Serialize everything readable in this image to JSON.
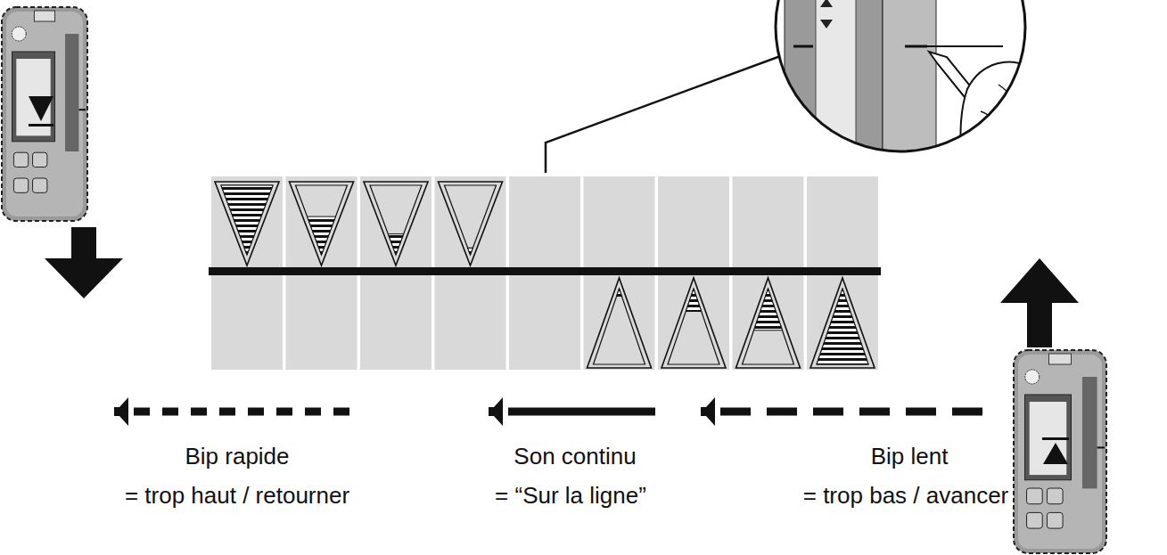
{
  "diagram": {
    "labels": [
      "Bip rapide",
      "= trop haut / retourner",
      "Son continu",
      "= “Sur la ligne”",
      "Bip lent",
      "= trop bas / avancer"
    ]
  }
}
